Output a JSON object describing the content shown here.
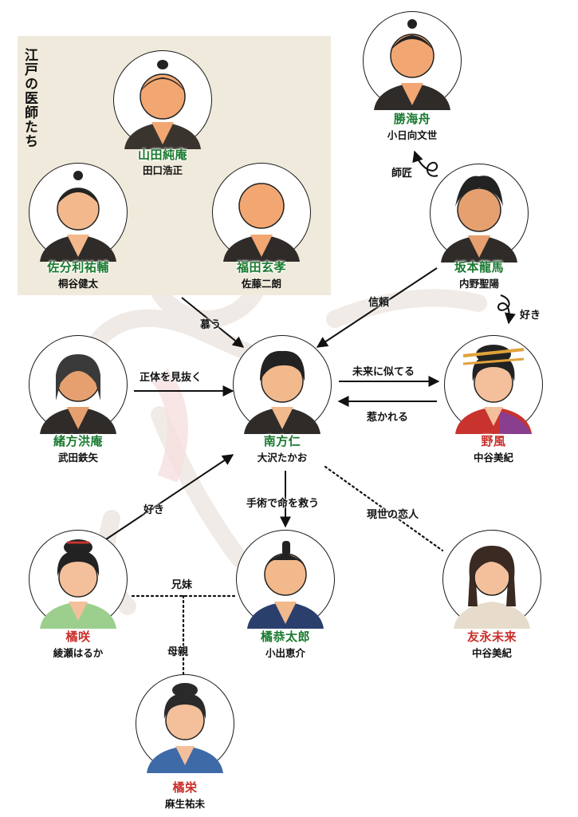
{
  "panel": {
    "title": "江戸の医師たち"
  },
  "people": {
    "yamada": {
      "name": "山田純庵",
      "actor": "田口浩正"
    },
    "sawari": {
      "name": "佐分利祐輔",
      "actor": "桐谷健太"
    },
    "fukuda": {
      "name": "福田玄孝",
      "actor": "佐藤二朗"
    },
    "katsu": {
      "name": "勝海舟",
      "actor": "小日向文世"
    },
    "sakamoto": {
      "name": "坂本龍馬",
      "actor": "内野聖陽"
    },
    "ogata": {
      "name": "緒方洪庵",
      "actor": "武田鉄矢"
    },
    "minakata": {
      "name": "南方仁",
      "actor": "大沢たかお"
    },
    "nokaze": {
      "name": "野風",
      "actor": "中谷美紀"
    },
    "saki": {
      "name": "橘咲",
      "actor": "綾瀬はるか"
    },
    "kyotaro": {
      "name": "橘恭太郎",
      "actor": "小出恵介"
    },
    "tomonaga": {
      "name": "友永未来",
      "actor": "中谷美紀"
    },
    "ei": {
      "name": "橘栄",
      "actor": "麻生祐未"
    }
  },
  "relations": {
    "shisho": "師匠",
    "shinrai": "信頼",
    "suki_ryoma": "好き",
    "shitau": "慕う",
    "shotai": "正体を見抜く",
    "mirai_niteru": "未来に似てる",
    "hikareru": "惹かれる",
    "suki_saki": "好き",
    "shujutsu": "手術で命を救う",
    "koibito": "現世の恋人",
    "kyoudai": "兄妹",
    "hahaoya": "母親"
  },
  "colors": {
    "name_green": "#197a2f",
    "name_red": "#c9302c",
    "panel_bg": "#efeadb",
    "line": "#111111"
  }
}
